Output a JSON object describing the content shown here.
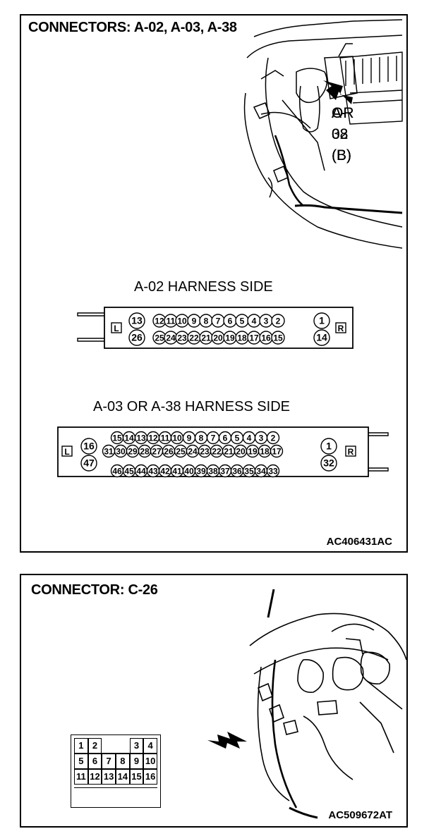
{
  "panel1": {
    "title": "CONNECTORS: A-02, A-03, A-38",
    "callout_lines": [
      "A-02 (B)",
      "OR",
      "A-03 (B)",
      "OR",
      "A-38 (B)"
    ],
    "a02": {
      "caption": "A-02 HARNESS SIDE",
      "left_mark": "L",
      "right_mark": "R",
      "top_row": [
        "13",
        "12",
        "11",
        "10",
        "9",
        "8",
        "7",
        "6",
        "5",
        "4",
        "3",
        "2",
        "1"
      ],
      "bottom_row": [
        "26",
        "25",
        "24",
        "23",
        "22",
        "21",
        "20",
        "19",
        "18",
        "17",
        "16",
        "15",
        "14"
      ]
    },
    "a03": {
      "caption": "A-03 OR A-38 HARNESS SIDE",
      "left_mark": "L",
      "right_mark": "R",
      "row1": [
        "15",
        "14",
        "13",
        "12",
        "11",
        "10",
        "9",
        "8",
        "7",
        "6",
        "5",
        "4",
        "3",
        "2"
      ],
      "row2": [
        "31",
        "30",
        "29",
        "28",
        "27",
        "26",
        "25",
        "24",
        "23",
        "22",
        "21",
        "20",
        "19",
        "18",
        "17"
      ],
      "row3": [
        "46",
        "45",
        "44",
        "43",
        "42",
        "41",
        "40",
        "39",
        "38",
        "37",
        "36",
        "35",
        "34",
        "33"
      ],
      "left_upper": "16",
      "left_lower": "47",
      "right_upper": "1",
      "right_lower": "32"
    },
    "code": "AC406431AC"
  },
  "panel2": {
    "title": "CONNECTOR: C-26",
    "grid_rows": [
      [
        "1",
        "2",
        "",
        "",
        "3",
        "4"
      ],
      [
        "5",
        "6",
        "7",
        "8",
        "9",
        "10"
      ],
      [
        "11",
        "12",
        "13",
        "14",
        "15",
        "16"
      ]
    ],
    "code": "AC509672AT"
  }
}
